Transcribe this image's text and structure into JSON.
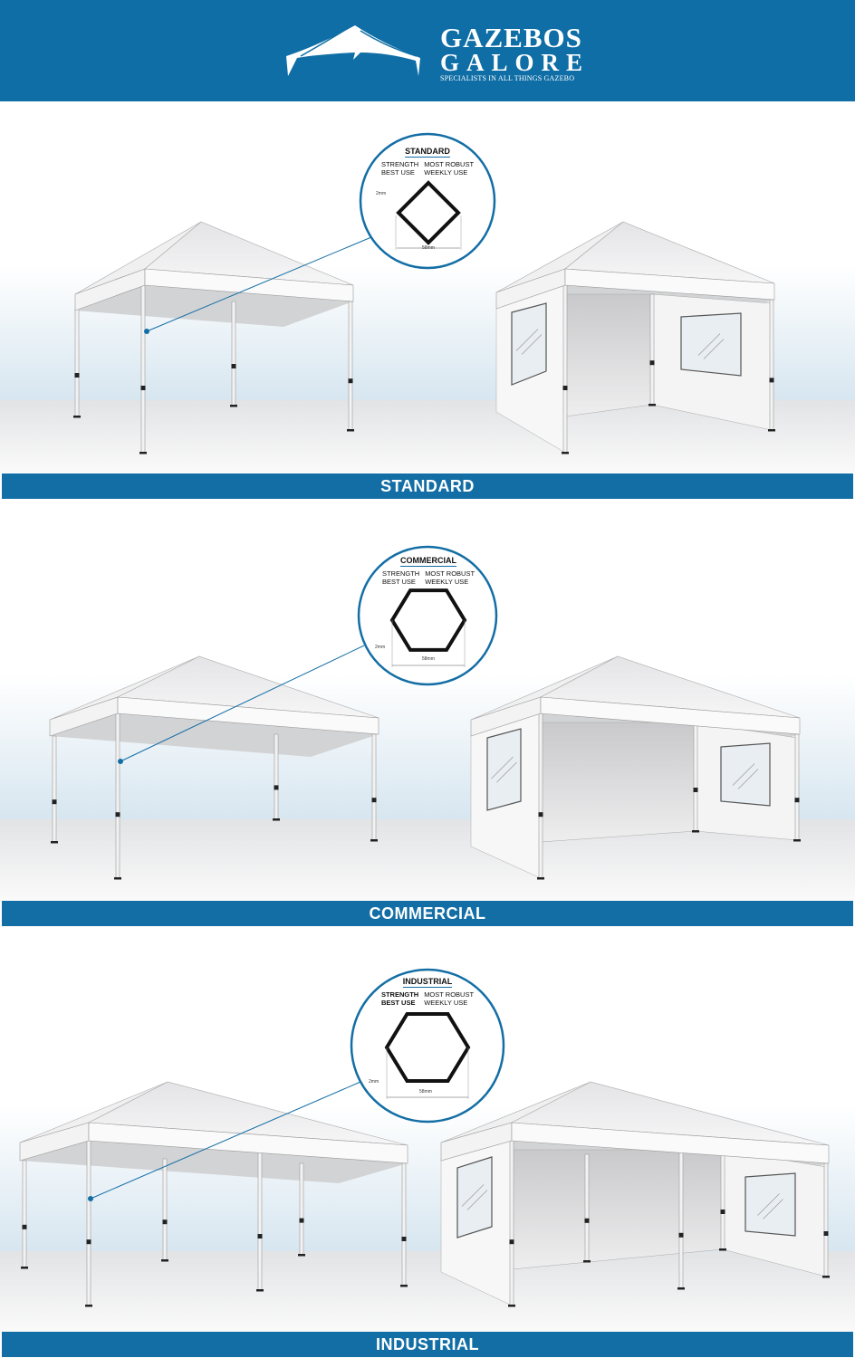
{
  "header": {
    "brand_line1": "Gazebos",
    "brand_line2": "Galore",
    "tagline": "Specialists in all things Gazebo",
    "background_color": "#0f6ea6"
  },
  "sections": [
    {
      "banner": "STANDARD",
      "callout": {
        "title": "STANDARD",
        "labels": [
          "STRENGTH",
          "BEST USE"
        ],
        "values": [
          "MOST ROBUST",
          "WEEKLY USE"
        ],
        "profile": "square",
        "wall_dim": "2mm",
        "width_dim": "58mm"
      }
    },
    {
      "banner": "COMMERCIAL",
      "callout": {
        "title": "COMMERCIAL",
        "labels": [
          "STRENGTH",
          "BEST USE"
        ],
        "values": [
          "MOST ROBUST",
          "WEEKLY USE"
        ],
        "profile": "hexagon",
        "wall_dim": "2mm",
        "width_dim": "58mm"
      }
    },
    {
      "banner": "INDUSTRIAL",
      "callout": {
        "title": "INDUSTRIAL",
        "labels": [
          "STRENGTH",
          "BEST USE"
        ],
        "values": [
          "MOST ROBUST",
          "WEEKLY USE"
        ],
        "profile": "hexagon-large",
        "wall_dim": "2mm",
        "width_dim": "58mm"
      }
    }
  ],
  "colors": {
    "accent": "#136ea5",
    "banner": "#136ea5"
  }
}
